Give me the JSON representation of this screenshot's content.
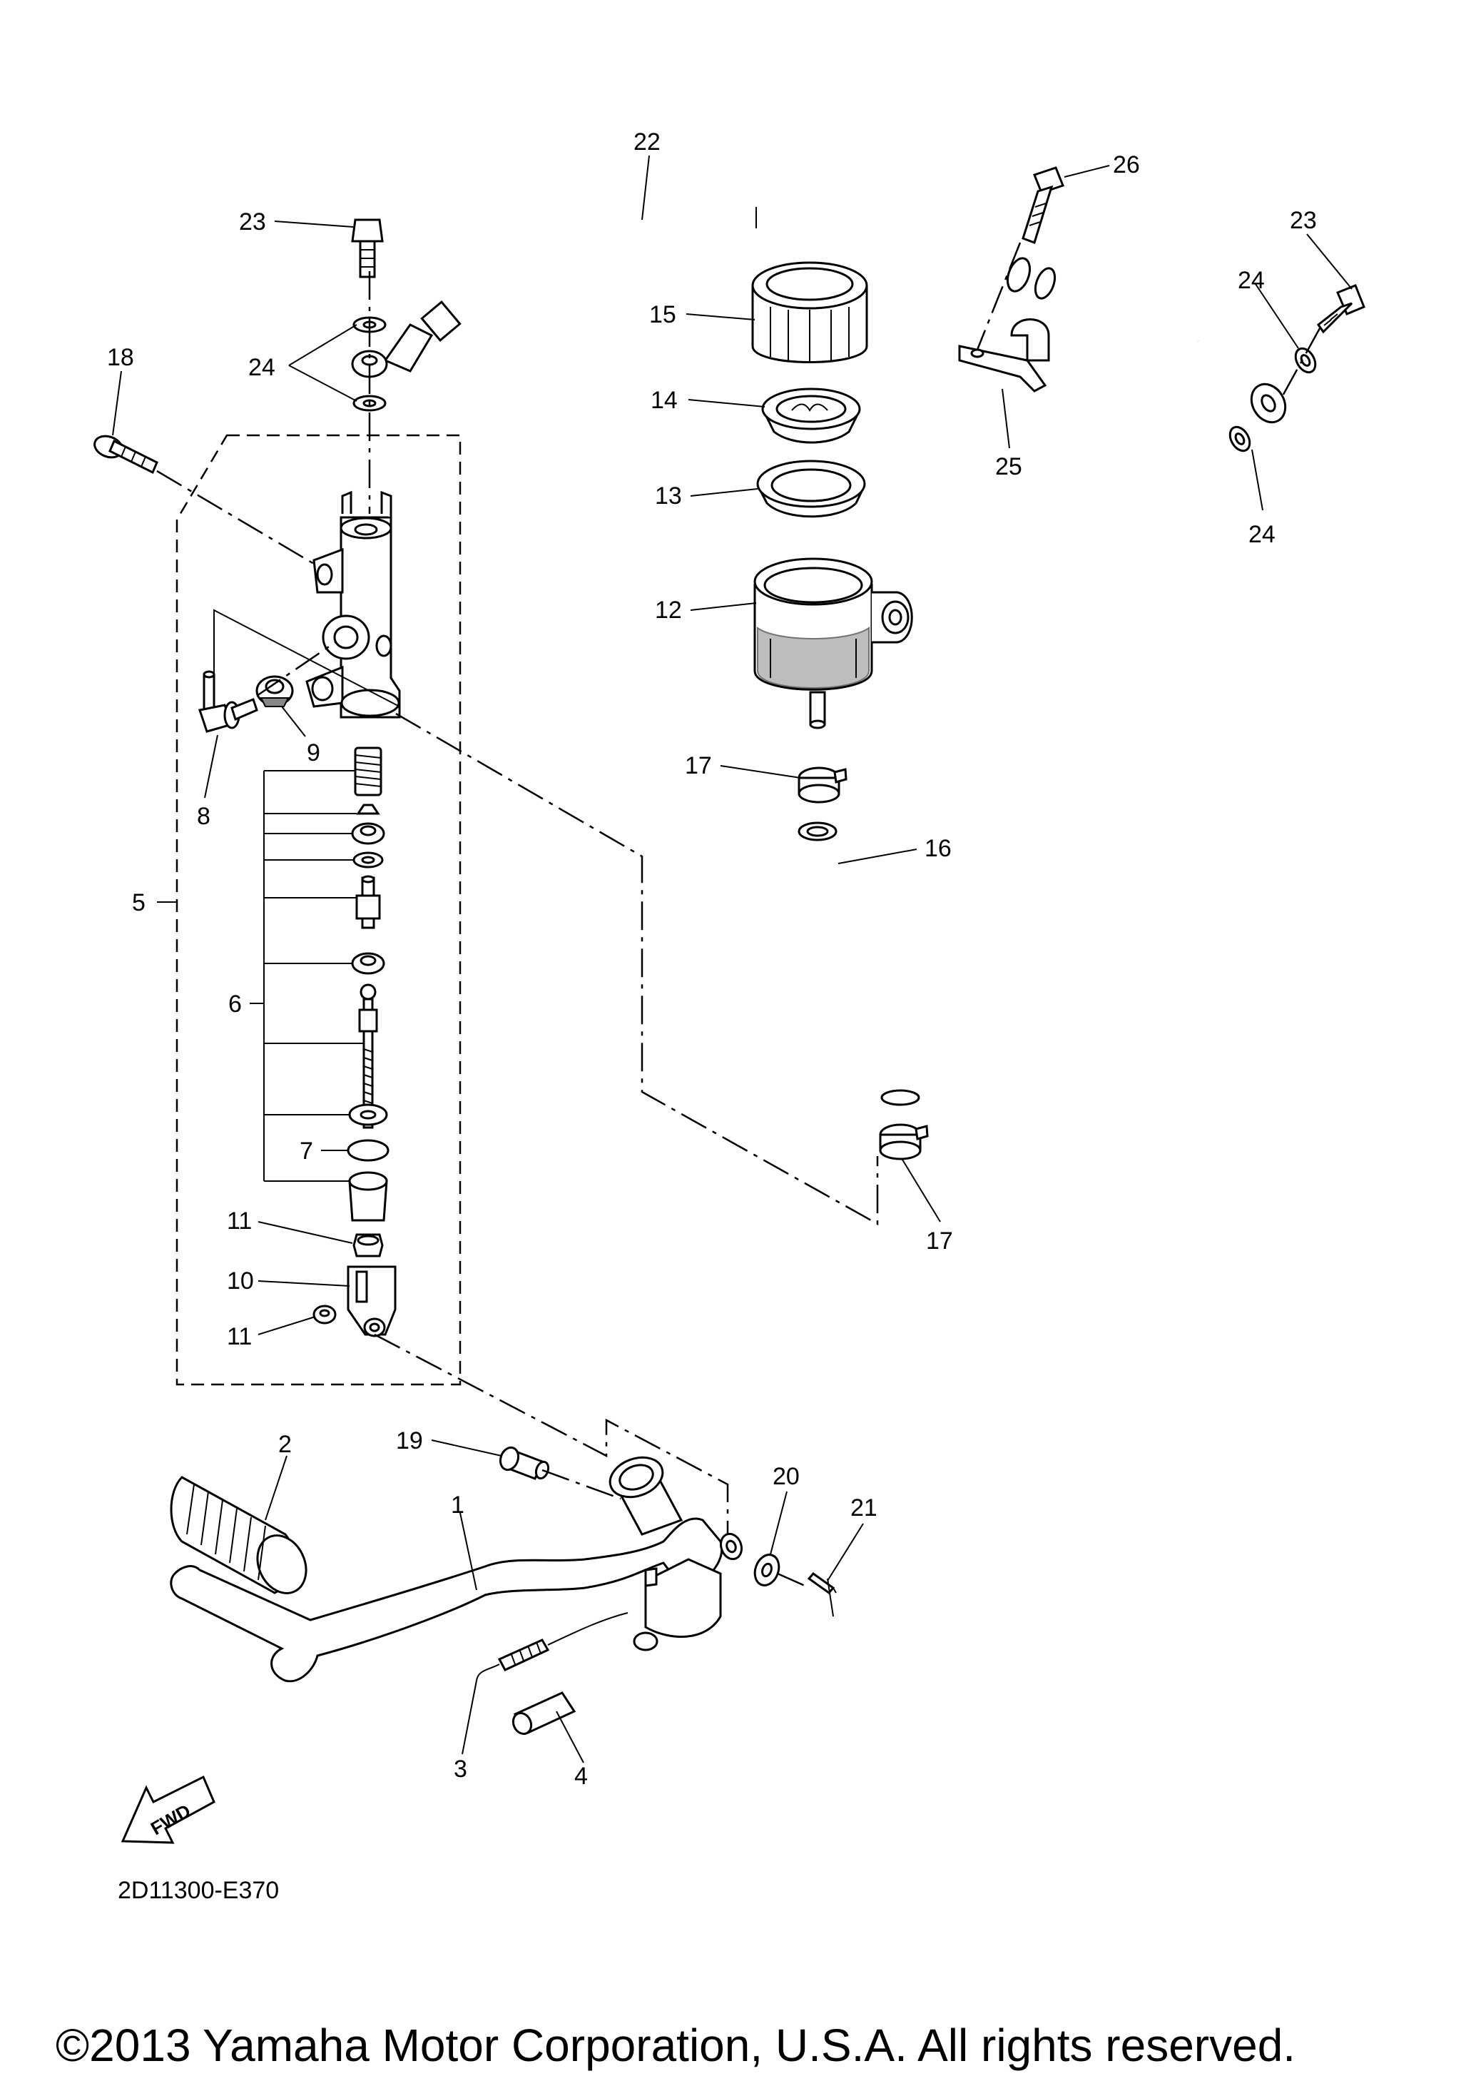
{
  "diagram": {
    "callouts": [
      "1",
      "2",
      "3",
      "4",
      "5",
      "6",
      "7",
      "8",
      "9",
      "10",
      "11",
      "11",
      "12",
      "13",
      "14",
      "15",
      "16",
      "17",
      "17",
      "18",
      "19",
      "20",
      "21",
      "22",
      "23",
      "23",
      "24",
      "24",
      "24",
      "24",
      "25",
      "26"
    ],
    "fwd_label": "FWD",
    "drawing_code": "2D11300-E370",
    "copyright": "©2013 Yamaha Motor Corporation, U.S.A. All rights reserved."
  }
}
